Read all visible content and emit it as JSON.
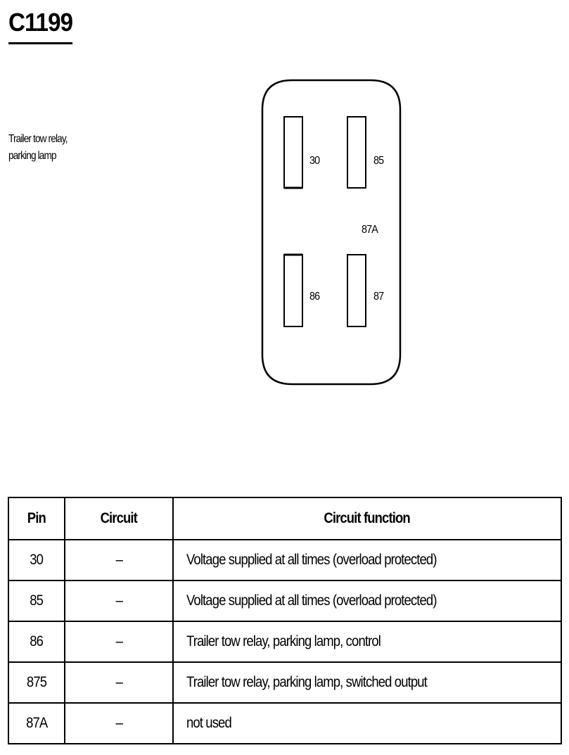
{
  "title": "C1199",
  "description": {
    "line1": "Trailer tow relay,",
    "line2": "parking lamp"
  },
  "connector": {
    "pins": {
      "p30": "30",
      "p85": "85",
      "p87a": "87A",
      "p86": "86",
      "p87": "87"
    }
  },
  "table": {
    "headers": {
      "pin": "Pin",
      "circuit": "Circuit",
      "function": "Circuit function"
    },
    "rows": [
      {
        "pin": "30",
        "circuit": "–",
        "function": "Voltage supplied at all times (overload protected)"
      },
      {
        "pin": "85",
        "circuit": "–",
        "function": "Voltage supplied at all times (overload protected)"
      },
      {
        "pin": "86",
        "circuit": "–",
        "function": "Trailer tow relay, parking lamp, control"
      },
      {
        "pin": "875",
        "circuit": "–",
        "function": "Trailer tow relay, parking lamp, switched output"
      },
      {
        "pin": "87A",
        "circuit": "–",
        "function": "not used"
      }
    ]
  }
}
